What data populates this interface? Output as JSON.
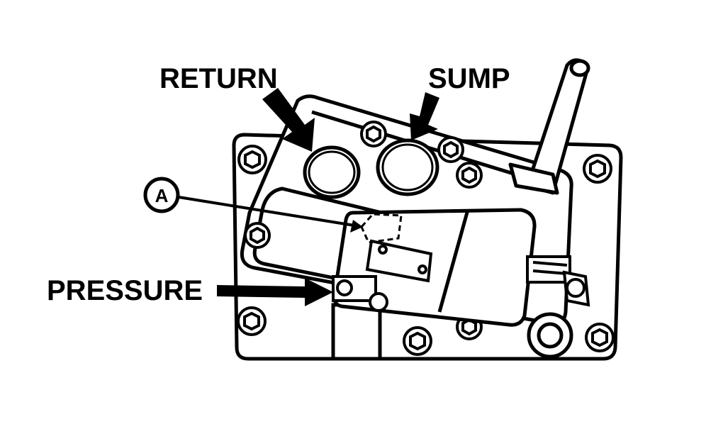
{
  "labels": {
    "return": "RETURN",
    "sump": "SUMP",
    "pressure": "PRESSURE",
    "callout_a": "A"
  }
}
